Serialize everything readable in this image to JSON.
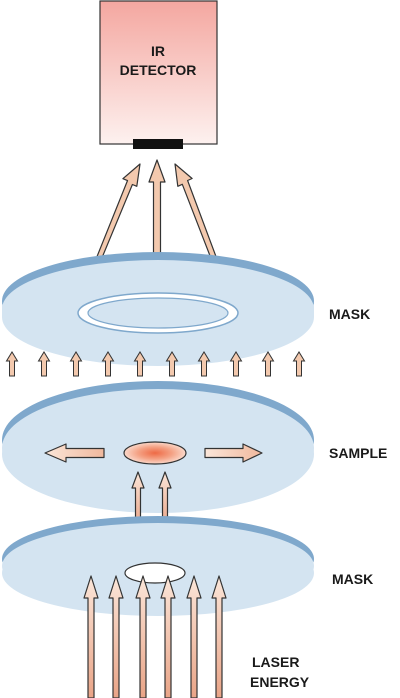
{
  "detector": {
    "line1": "IR",
    "line2": "DETECTOR"
  },
  "labels": {
    "mask_top": "MASK",
    "sample": "SAMPLE",
    "mask_bottom": "MASK",
    "laser_line1": "LASER",
    "laser_line2": "ENERGY"
  },
  "colors": {
    "disk_top": "#d4e4f1",
    "disk_edge": "#7fa8cc",
    "arrow_fill": "#f3c9ae",
    "arrow_stroke": "#333333",
    "detector_top": "#f2a39d",
    "detector_bottom": "#fdf0ee",
    "hot_spot": "#ef7a55"
  }
}
